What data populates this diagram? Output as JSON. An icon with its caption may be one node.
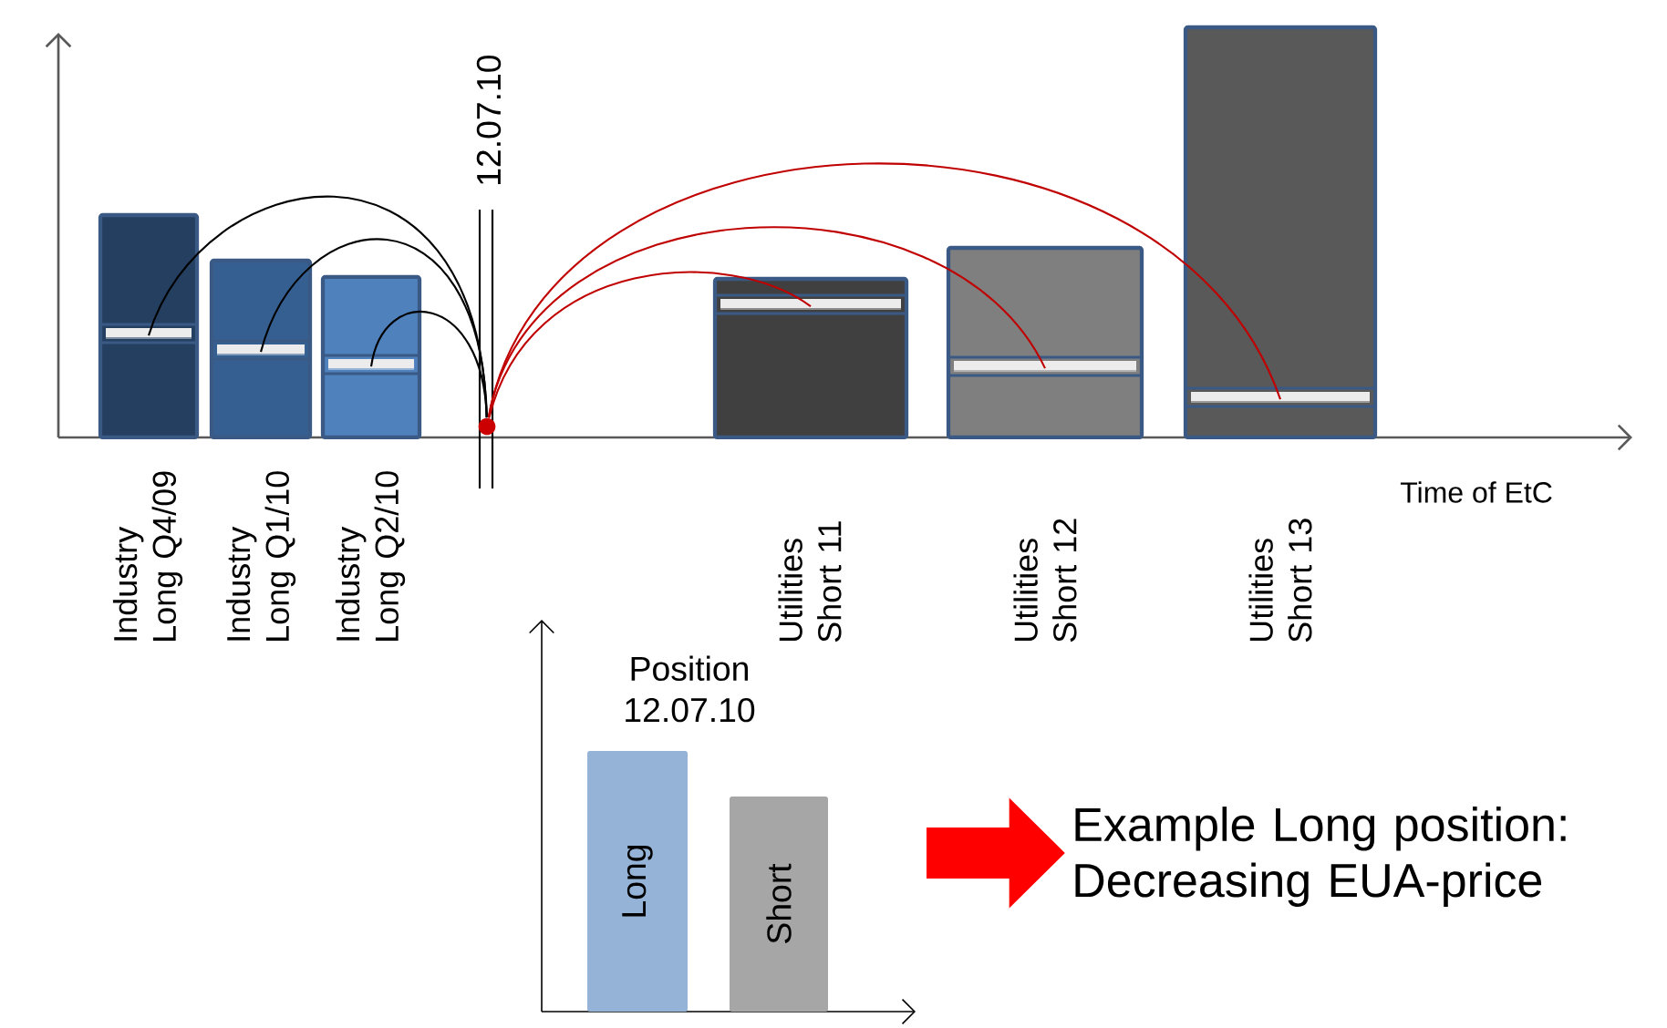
{
  "diagram": {
    "nodes": [
      {
        "text": [
          "Industry Long Q4/09"
        ]
      },
      {
        "text": [
          "Industry Long Q1/10"
        ]
      },
      {
        "text": [
          "Industry Long Q2/10"
        ]
      },
      {
        "text": [],
        "shape": "circle"
      },
      {
        "text": [
          "Utilities Short 11"
        ]
      },
      {
        "text": [
          "Utilities Short 12"
        ]
      },
      {
        "text": [
          "Utilities Short 13"
        ]
      },
      {
        "text": [
          "Long"
        ]
      },
      {
        "text": [
          "Short"
        ]
      },
      {
        "text": [
          "Example Long position: Decreasing EUA-price"
        ]
      }
    ],
    "edges": [
      {
        "from": 3,
        "to": 0,
        "arrow": "none"
      },
      {
        "from": 3,
        "to": 1,
        "arrow": "none"
      },
      {
        "from": 3,
        "to": 2,
        "arrow": "none"
      },
      {
        "from": 3,
        "to": 4,
        "arrow": "none",
        "color": "#c00000"
      },
      {
        "from": 3,
        "to": 5,
        "arrow": "none",
        "color": "#c00000"
      },
      {
        "from": 3,
        "to": 6,
        "arrow": "none",
        "color": "#c00000"
      },
      {
        "from": null,
        "to": 9,
        "arrow": "to",
        "style": "thick",
        "color": "#ff0000"
      }
    ],
    "labels": [
      "12.07.10",
      "Time of EtC",
      "Position 12.07.10"
    ]
  }
}
